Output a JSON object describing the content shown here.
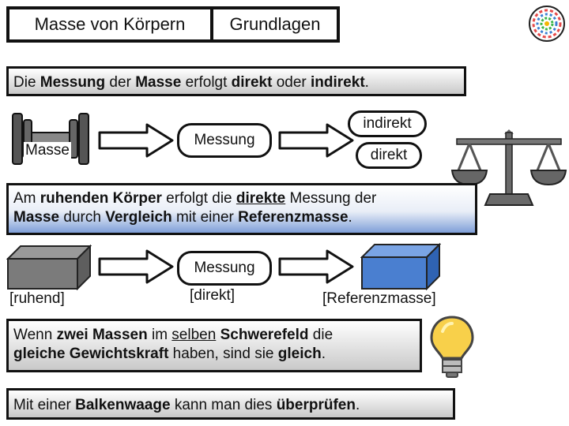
{
  "header": {
    "title": "Masse von Körpern",
    "subtitle": "Grundlagen"
  },
  "statement1": {
    "pre": "Die ",
    "b1": "Messung",
    "mid1": " der ",
    "b2": "Masse",
    "mid2": " erfolgt ",
    "b3": "direkt",
    "mid3": " oder ",
    "b4": "indirekt",
    "end": "."
  },
  "row1": {
    "masse_label": "Masse",
    "messung_label": "Messung",
    "indirekt_label": "indirekt",
    "direkt_label": "direkt"
  },
  "statement2": {
    "t1": "Am ",
    "b1": "ruhenden Körper",
    "t2": " erfolgt die ",
    "u1": "direkte",
    "t3": " Messung der",
    "b2": "Masse",
    "t4": " durch ",
    "b3": "Vergleich",
    "t5": " mit einer ",
    "b4": "Referenzmasse",
    "t6": "."
  },
  "row2": {
    "ruhend_label": "[ruhend]",
    "messung_label": "Messung",
    "direkt_label": "[direkt]",
    "referenz_label": "[Referenzmasse]"
  },
  "statement3": {
    "t1": "Wenn ",
    "b1": "zwei Massen",
    "t2": " im ",
    "u1": "selben",
    "t3": " ",
    "b2": "Schwerefeld",
    "t4": " die",
    "b3": "gleiche Gewichtskraft",
    "t5": " haben, sind sie ",
    "b4": "gleich",
    "t6": "."
  },
  "statement4": {
    "t1": "Mit einer ",
    "b1": "Balkenwaage",
    "t2": " kann man dies ",
    "b2": "überprüfen",
    "t3": "."
  },
  "colors": {
    "blue_block": "#4a7fd0",
    "gray_block": "#7b7b7b",
    "bulb": "#f8d04a"
  }
}
